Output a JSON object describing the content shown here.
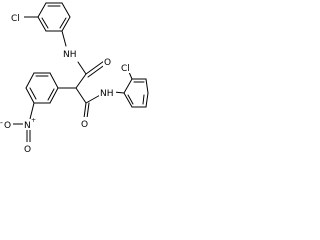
{
  "atoms": {
    "cl_top": "Cl",
    "nh_top": "NH",
    "o_top": "O",
    "nh_right": "NH",
    "cl_right": "Cl",
    "o_bottom": "O",
    "n_nitro": "N",
    "n_nitro_charge": "+",
    "o_nitro_left": "O",
    "o_nitro_left_charge": "-",
    "o_nitro_bottom": "O"
  },
  "colors": {
    "ink": "#000000",
    "background": "#ffffff"
  }
}
